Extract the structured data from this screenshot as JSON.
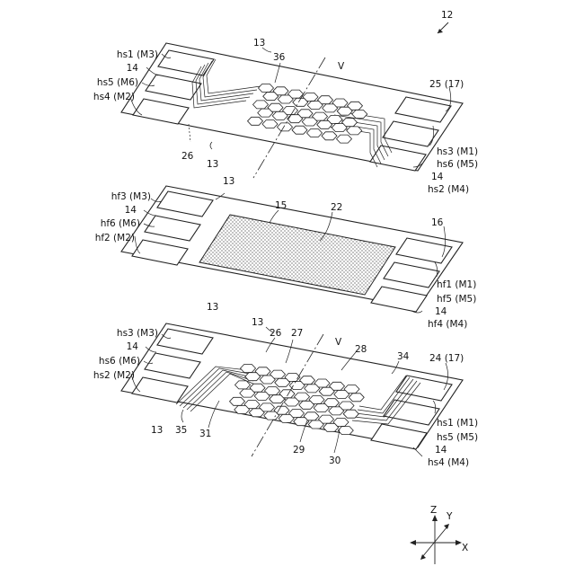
{
  "figure_number": "12",
  "coordinate_axes": {
    "z": "Z",
    "y": "Y",
    "x": "X"
  },
  "top_layer": {
    "labels": {
      "hs1_m3": "hs1 (M3)",
      "n14_left": "14",
      "hs5_m6": "hs5 (M6)",
      "hs4_m2": "hs4 (M2)",
      "n13_top": "13",
      "n36": "36",
      "v": "V",
      "n25_17": "25 (17)",
      "hs3_m1": "hs3 (M1)",
      "hs6_m5": "hs6 (M5)",
      "n14_right": "14",
      "hs2_m4": "hs2 (M4)",
      "n26": "26",
      "n13_bottom": "13"
    }
  },
  "middle_layer": {
    "labels": {
      "n13_top": "13",
      "hf3_m3": "hf3 (M3)",
      "n14_left": "14",
      "hf6_m6": "hf6 (M6)",
      "hf2_m2": "hf2 (M2)",
      "n15": "15",
      "n22": "22",
      "n16": "16",
      "hf1_m1": "hf1 (M1)",
      "hf5_m5": "hf5 (M5)",
      "n14_right": "14",
      "hf4_m4": "hf4 (M4)",
      "n13_bottom": "13"
    }
  },
  "bottom_layer": {
    "labels": {
      "n13_top": "13",
      "hs3_m3": "hs3 (M3)",
      "n14_left": "14",
      "hs6_m6": "hs6 (M6)",
      "hs2_m2": "hs2 (M2)",
      "n26": "26",
      "n27": "27",
      "v": "V",
      "n28": "28",
      "n34": "34",
      "n24_17": "24 (17)",
      "hs1_m1": "hs1 (M1)",
      "hs5_m5": "hs5 (M5)",
      "n14_right": "14",
      "hs4_m4": "hs4 (M4)",
      "n13_bottom": "13",
      "n35": "35",
      "n31": "31",
      "n29": "29",
      "n30": "30"
    }
  }
}
